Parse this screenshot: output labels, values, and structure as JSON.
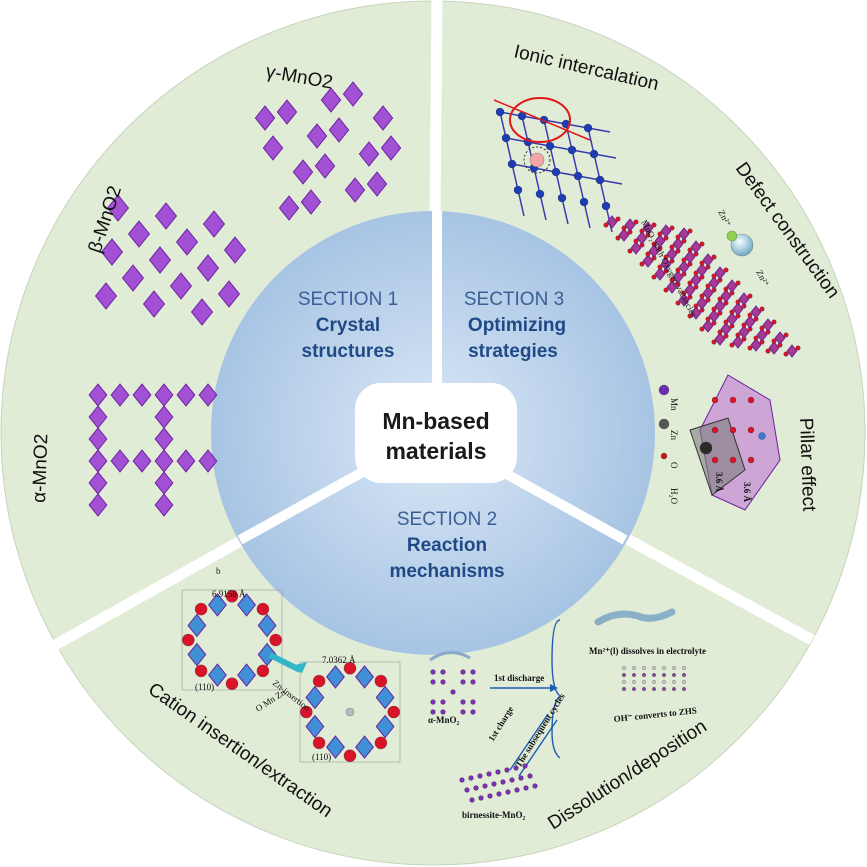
{
  "center": {
    "line1": "Mn-based",
    "line2": "materials"
  },
  "sections": [
    {
      "number": "SECTION 1",
      "title_line1": "Crystal",
      "title_line2": "structures"
    },
    {
      "number": "SECTION 3",
      "title_line1": "Optimizing",
      "title_line2": "strategies"
    },
    {
      "number": "SECTION 2",
      "title_line1": "Reaction",
      "title_line2": "mechanisms"
    }
  ],
  "outer_labels": {
    "gamma": "γ-MnO2",
    "beta": "β-MnO2",
    "alpha": "α-MnO2",
    "ionic": "Ionic intercalation",
    "defect": "Defect construction",
    "pillar": "Pillar effect",
    "cation": "Cation insertion/extraction",
    "dissolution": "Dissolution/deposition"
  },
  "figure_text": {
    "oxygen_vacancies": "MnO₂ with Oxygen vacancies",
    "zn_a": "Zn²⁺",
    "zn_b": "Zn²⁺",
    "legend_mn": "Mn",
    "legend_zn": "Zn",
    "legend_o": "O",
    "legend_h2o": "H₂O",
    "lattice_a": "6.9158 Å",
    "lattice_b": "7.0362 Å",
    "miller_a": "(110)",
    "miller_b": "(110)",
    "zn_insertion": "Zn-insertion",
    "panel_b": "b",
    "cat_legend": "O  Mn  Zn",
    "first_discharge": "1st discharge",
    "first_charge": "1st charge",
    "subsequent": "The subsequent cycles",
    "alpha_label": "α-MnO₂",
    "birnessite": "birnessite-MnO₂",
    "mn_dissolves": "Mn²⁺(l) dissolves in electrolyte",
    "oh_converts": "OH⁻ converts to ZHS",
    "pillar_d1": "3.6 Å",
    "pillar_d2": "3.6 Å"
  },
  "colors": {
    "outer_bg": "#e0ecd6",
    "inner_blue": "#a9c6e6",
    "purple": "#9b3fd4",
    "dark_purple": "#6c1f9e",
    "blue_atom": "#1e3cb4",
    "red_atom": "#d9142a",
    "cyan_poly": "#2f86d8"
  }
}
